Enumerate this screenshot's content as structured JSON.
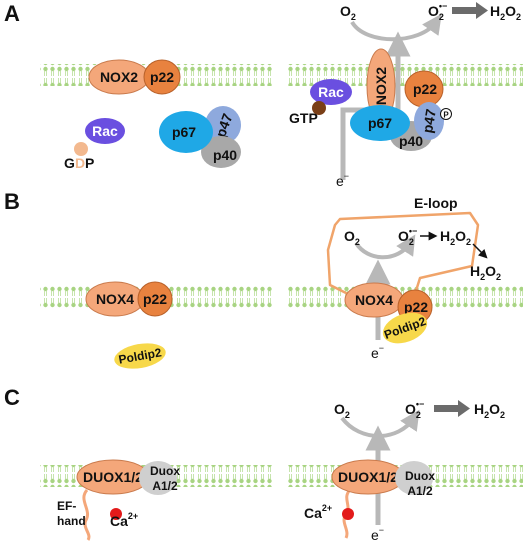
{
  "panels": {
    "a": {
      "label": "A",
      "resting": {
        "nox2": "NOX2",
        "p22": "p22",
        "rac": "Rac",
        "gdp_g": "G",
        "gdp_d": "D",
        "gdp_p": "P",
        "p67": "p67",
        "p47": "p47",
        "p40": "p40"
      },
      "active": {
        "o2": "O",
        "o2_sub": "2",
        "superoxide": "O",
        "superoxide_sub": "2",
        "superoxide_sup": "•−",
        "h2o2": "H",
        "h2o2_sub1": "2",
        "h2o2_o": "O",
        "h2o2_sub2": "2",
        "nox2": "NOX2",
        "p22": "p22",
        "rac": "Rac",
        "gtp": "GTP",
        "p67": "p67",
        "p47": "p47",
        "phospho": "P",
        "p40": "p40",
        "electron": "e",
        "electron_sup": "−"
      }
    },
    "b": {
      "label": "B",
      "resting": {
        "nox4": "NOX4",
        "p22": "p22",
        "poldip2": "Poldip2"
      },
      "active": {
        "eloop": "E-loop",
        "o2": "O",
        "o2_sub": "2",
        "superoxide": "O",
        "superoxide_sub": "2",
        "superoxide_sup": "•−",
        "h2o2_inner": "H",
        "h2o2_inner_sub1": "2",
        "h2o2_inner_o": "O",
        "h2o2_inner_sub2": "2",
        "h2o2_outer": "H",
        "h2o2_outer_sub1": "2",
        "h2o2_outer_o": "O",
        "h2o2_outer_sub2": "2",
        "nox4": "NOX4",
        "p22": "p22",
        "poldip2": "Poldip2",
        "electron": "e",
        "electron_sup": "−"
      }
    },
    "c": {
      "label": "C",
      "resting": {
        "duox": "DUOX1/2",
        "duoxa_1": "Duox",
        "duoxa_2": "A1/2",
        "efhand_1": "EF-",
        "efhand_2": "hand",
        "calcium": "Ca",
        "calcium_sup": "2+"
      },
      "active": {
        "o2": "O",
        "o2_sub": "2",
        "superoxide": "O",
        "superoxide_sub": "2",
        "superoxide_sup": "•−",
        "h2o2": "H",
        "h2o2_sub1": "2",
        "h2o2_o": "O",
        "h2o2_sub2": "2",
        "duox": "DUOX1/2",
        "duoxa_1": "Duox",
        "duoxa_2": "A1/2",
        "calcium": "Ca",
        "calcium_sup": "2+",
        "electron": "e",
        "electron_sup": "−"
      }
    }
  },
  "colors": {
    "membrane": "#9fcf7a",
    "nox_orange": "#f4a77a",
    "p22_orange": "#e8823f",
    "rac_purple": "#6a4fe0",
    "p67_cyan": "#1fa8e6",
    "p47_blue": "#8ea9dd",
    "p40_gray": "#a8a8a8",
    "poldip2_yellow": "#f7d84a",
    "arrow_gray": "#b8b8b8",
    "dark_arrow": "#6b6b6b",
    "eloop": "#f0a46a",
    "calcium_red": "#e31a1a",
    "gtp_brown": "#7a3f17",
    "gdp_peach": "#f3b98f"
  }
}
